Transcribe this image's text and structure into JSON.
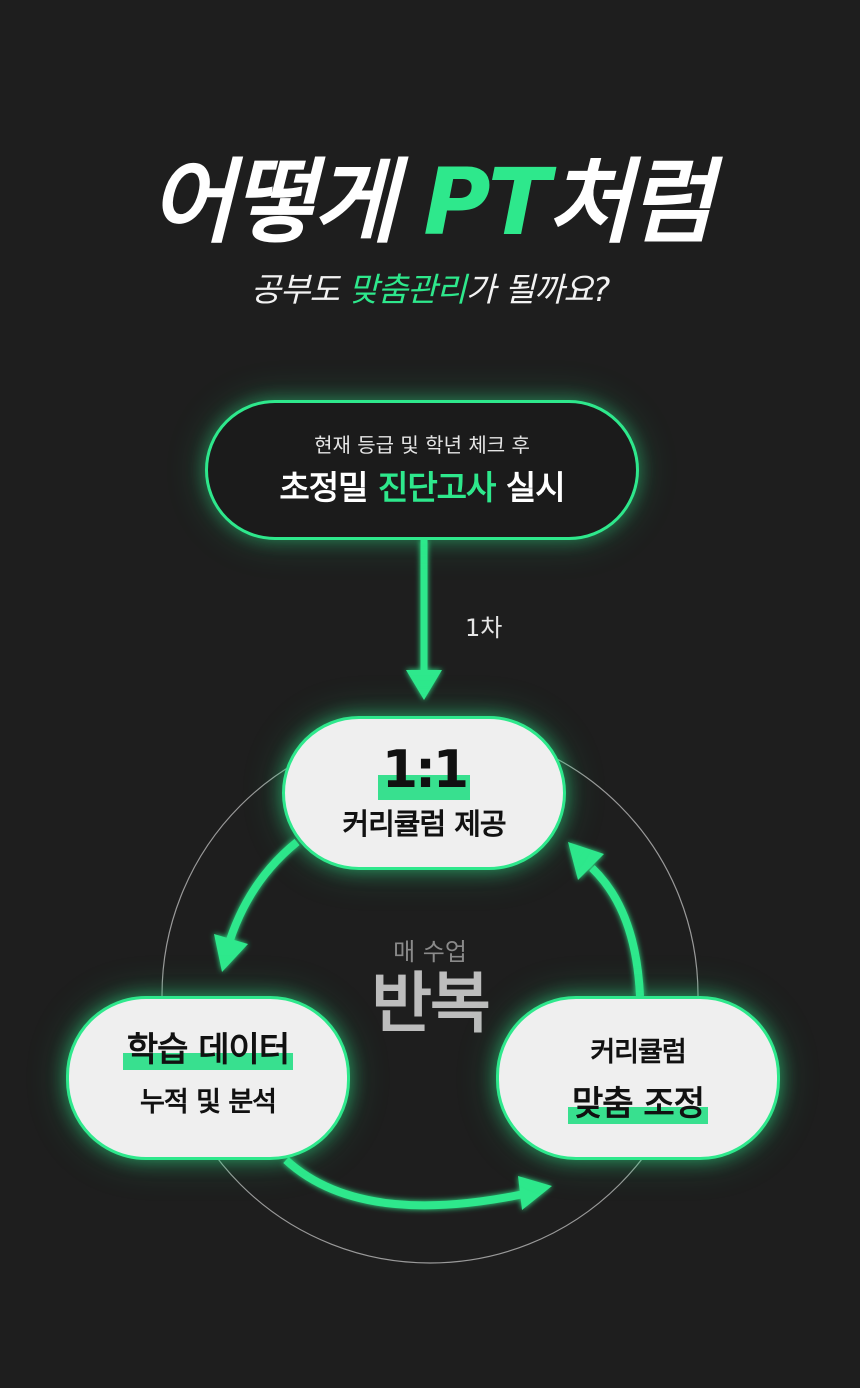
{
  "title": {
    "part1": "어떻게 ",
    "accent": "PT",
    "part2": "처럼"
  },
  "subtitle": {
    "part1": "공부도 ",
    "accent": "맞춤관리",
    "part2": "가 될까요?"
  },
  "start_box": {
    "small": "현재 등급 및 학년 체크 후",
    "big_part1": "초정밀 ",
    "big_accent": "진단고사",
    "big_part2": " 실시"
  },
  "step_label": "1차",
  "cycle": {
    "center_small": "매 수업",
    "center_big": "반복",
    "top": {
      "big": "1:1",
      "small": "커리큘럼 제공"
    },
    "left": {
      "big": "학습 데이터",
      "small": "누적 및 분석"
    },
    "right": {
      "small": "커리큘럼",
      "big": "맞춤 조정"
    }
  },
  "colors": {
    "background": "#1e1e1e",
    "accent": "#2ee88c",
    "node_fill": "#efefef"
  }
}
